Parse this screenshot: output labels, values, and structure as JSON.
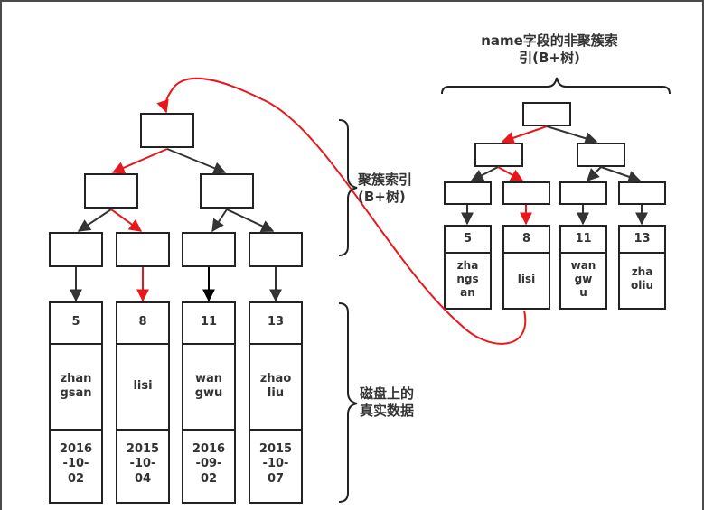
{
  "secondary_index_label": "name字段的非聚簇索\n引(B+树)",
  "clustered_index_label": "聚簇索引\n(B+树)",
  "disk_data_label": "磁盘上的\n真实数据",
  "records": [
    {
      "id": "5",
      "name": "zhan\ngsan",
      "date": "2016\n-10-\n02"
    },
    {
      "id": "8",
      "name": "lisi",
      "date": "2015\n-10-\n04"
    },
    {
      "id": "11",
      "name": "wan\ngwu",
      "date": "2016\n-09-\n02"
    },
    {
      "id": "13",
      "name": "zhao\nliu",
      "date": "2015\n-10-\n07"
    }
  ],
  "secondary_leaves": [
    {
      "id": "5",
      "name": "zha\nngs\nan"
    },
    {
      "id": "8",
      "name": "lisi"
    },
    {
      "id": "11",
      "name": "wan\ngw\nu"
    },
    {
      "id": "13",
      "name": "zha\noliu"
    }
  ],
  "colors": {
    "path": "#e8171b",
    "line": "#333333"
  }
}
